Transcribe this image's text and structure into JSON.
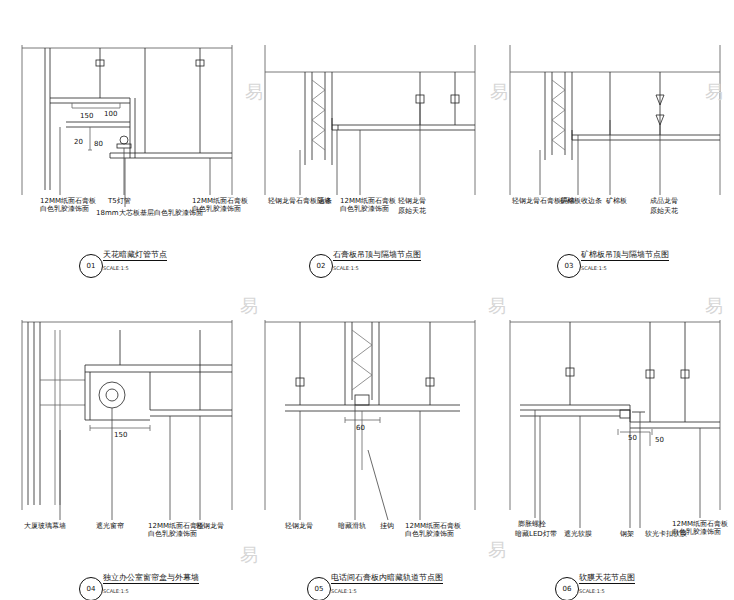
{
  "diagram": {
    "nodes": [
      {
        "text": [
          "01"
        ]
      },
      {
        "text": [
          "02"
        ]
      },
      {
        "text": [
          "03"
        ]
      },
      {
        "text": [
          "04"
        ]
      },
      {
        "text": [
          "05"
        ]
      },
      {
        "text": [
          "06"
        ]
      }
    ],
    "labels": [
      "150",
      "20",
      "100",
      "80",
      "12MM纸面石膏板 白色乳胶漆饰面",
      "T5灯管",
      "18mm大芯板基层白色乳胶漆饰面",
      "12MM纸面石膏板 白色乳胶漆饰面",
      "天花暗藏灯管节点",
      "SCALE:1:5",
      "轻钢龙骨石膏板隔墙",
      "边条",
      "12MM纸面石膏板 白色乳胶漆饰面",
      "轻钢龙骨",
      "原始天花",
      "石膏板吊顶与隔墙节点图",
      "SCALE:1:5",
      "轻钢龙骨石膏板隔墙",
      "矿棉板收边条",
      "矿棉板",
      "成品龙骨",
      "原始天花",
      "矿棉板吊顶与隔墙节点图",
      "SCALE:1:5",
      "150",
      "大厦玻璃幕墙",
      "遮光窗帘",
      "12MM纸面石膏板 白色乳胶漆饰面",
      "轻钢龙骨",
      "独立办公室窗帘盒与外幕墙",
      "SCALE:1:5",
      "60",
      "轻钢龙骨",
      "暗藏滑轨",
      "挂钩",
      "12MM纸面石膏板 白色乳胶漆饰面",
      "电话间石膏板内暗藏轨道节点图",
      "SCALE:1:5",
      "50",
      "50",
      "膨胀螺栓",
      "暗藏LED灯带",
      "遮光软膜",
      "钢架",
      "软光卡扣软膜",
      "12MM纸面石膏板 白色乳胶漆饰面",
      "软膜天花节点图",
      "SCALE:1:5",
      "易",
      "易",
      "易",
      "易",
      "易",
      "易",
      "易",
      "易"
    ]
  }
}
